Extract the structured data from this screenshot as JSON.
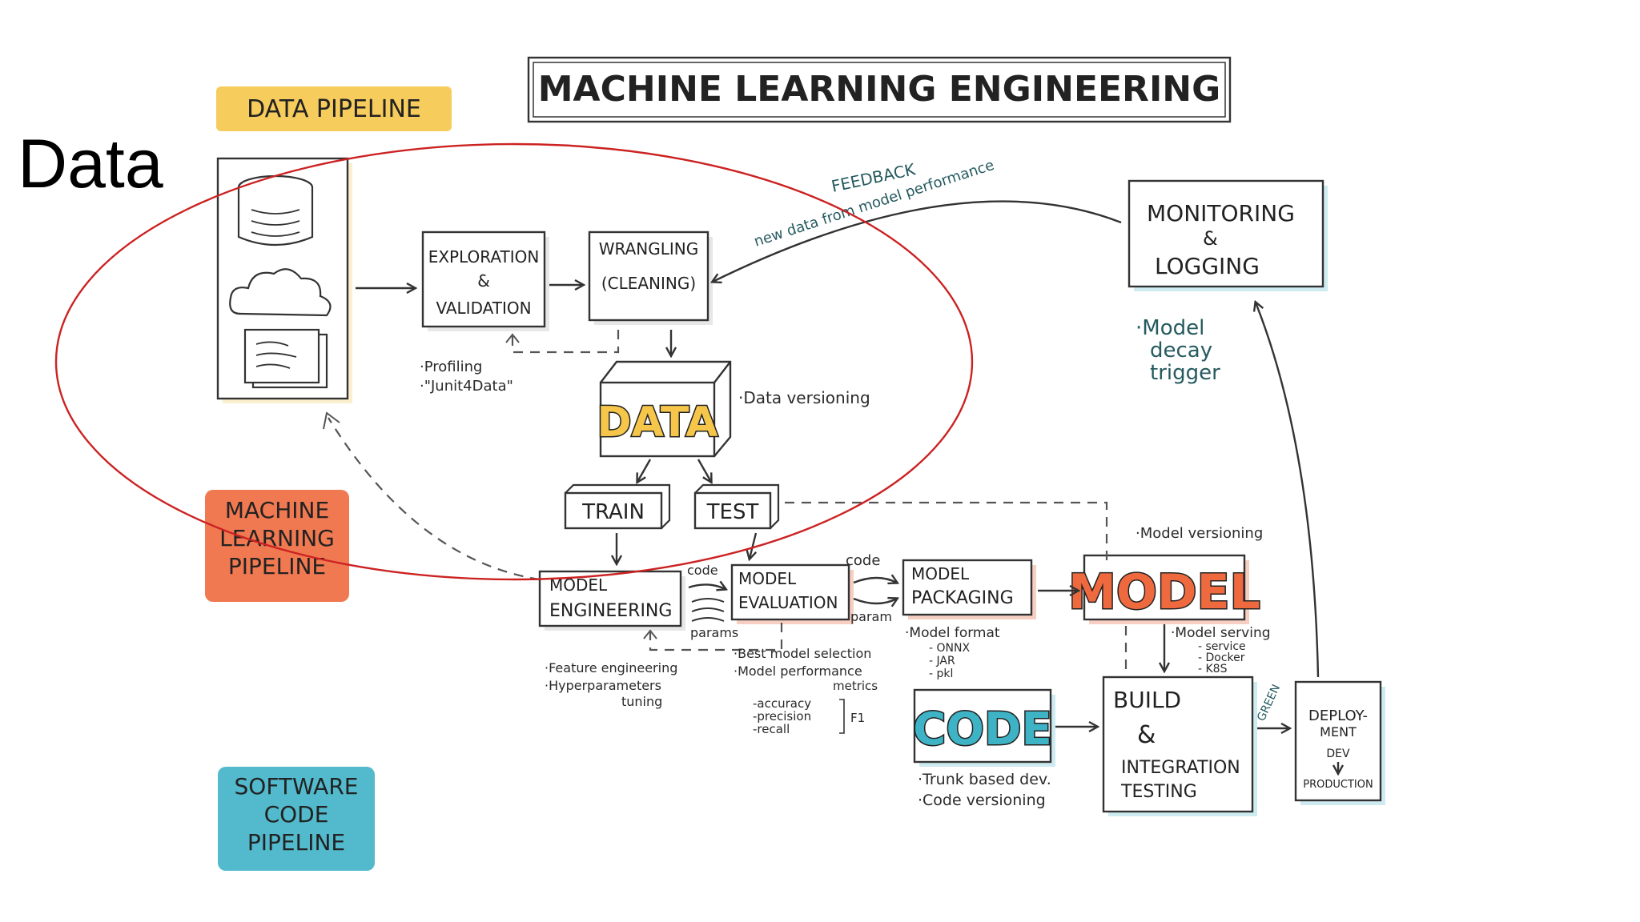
{
  "title": "MACHINE LEARNING ENGINEERING",
  "corner_label": "Data",
  "pipelines": {
    "data": "DATA PIPELINE",
    "ml": [
      "MACHINE",
      "LEARNING",
      "PIPELINE"
    ],
    "software": [
      "SOFTWARE",
      "CODE",
      "PIPELINE"
    ]
  },
  "boxes": {
    "exploration": [
      "EXPLORATION",
      "&",
      "VALIDATION"
    ],
    "wrangling": [
      "WRANGLING",
      "(CLEANING)"
    ],
    "data_word": "DATA",
    "train": "TRAIN",
    "test": "TEST",
    "model_engineering": [
      "MODEL",
      "ENGINEERING"
    ],
    "model_evaluation": [
      "MODEL",
      "EVALUATION"
    ],
    "model_packaging": [
      "MODEL",
      "PACKAGING"
    ],
    "model_word": "MODEL",
    "code_word": "CODE",
    "build": [
      "BUILD",
      "&",
      "INTEGRATION",
      "TESTING"
    ],
    "deployment": [
      "DEPLOY-",
      "MENT",
      "DEV",
      "PRODUCTION"
    ],
    "monitoring": [
      "MONITORING",
      "&",
      "LOGGING"
    ]
  },
  "flow_labels": {
    "feedback": "FEEDBACK",
    "feedback_detail": "new data from model performance",
    "code_a": "code",
    "params_a": "params",
    "code_b": "code",
    "param_b": "param",
    "green": "GREEN"
  },
  "notes": {
    "exploration": [
      "·Profiling",
      "·\"Junit4Data\""
    ],
    "data": "·Data versioning",
    "model_versioning": "·Model versioning",
    "model_engineering": [
      "·Feature engineering",
      "·Hyperparameters",
      "tuning"
    ],
    "model_evaluation": [
      "·Best model selection",
      "·Model performance",
      "metrics",
      "-accuracy",
      "-precision",
      "-recall",
      "F1"
    ],
    "model_format": [
      "·Model format",
      "- ONNX",
      "- JAR",
      "- pkl"
    ],
    "model_serving": [
      "·Model serving",
      "- service",
      "- Docker",
      "- K8S"
    ],
    "code": [
      "·Trunk based dev.",
      "·Code versioning"
    ],
    "monitoring": [
      "·Model",
      "decay",
      "trigger"
    ]
  },
  "colors": {
    "data_pipeline": "#f5c64a",
    "ml_pipeline": "#ee6a3e",
    "software_pipeline": "#3fb3c6",
    "circle": "#cc2222"
  }
}
